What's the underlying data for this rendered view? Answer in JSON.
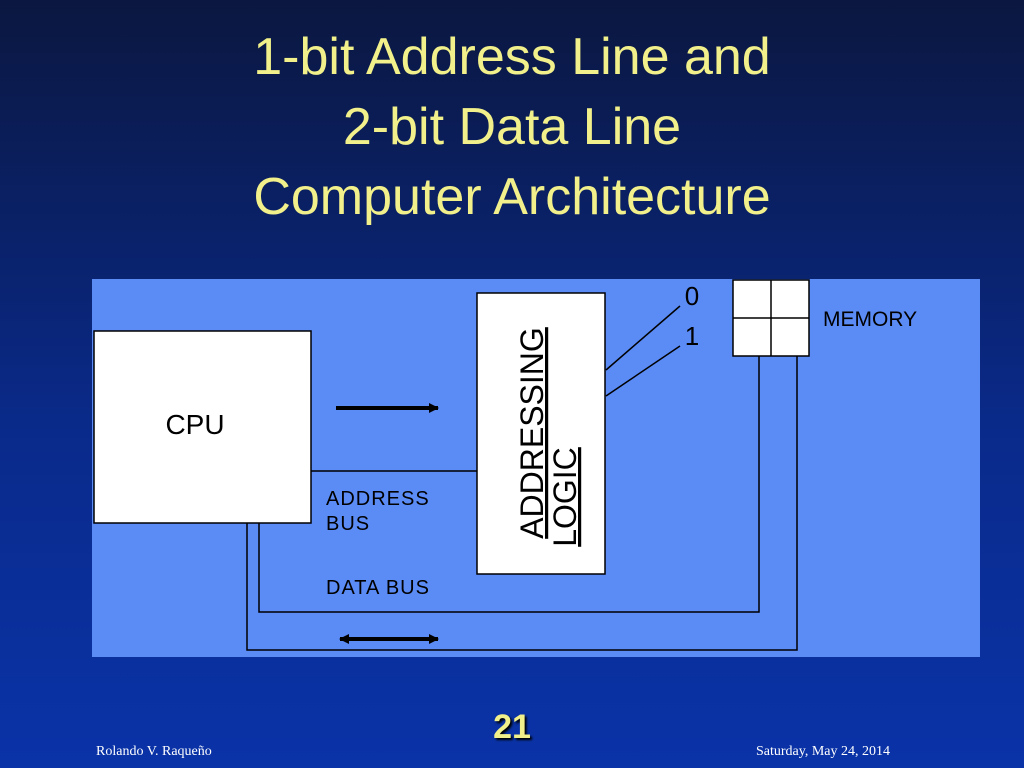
{
  "slide": {
    "title_lines": [
      "1-bit Address Line and",
      "2-bit Data Line",
      "Computer Architecture"
    ],
    "page_number": "21",
    "footer_left": "Rolando V. Raqueño",
    "footer_right": "Saturday, May 24, 2014"
  },
  "diagram": {
    "cpu_label": "CPU",
    "addressing_logic_line1": "ADDRESSING",
    "addressing_logic_line2": "LOGIC",
    "address_labels": [
      "0",
      "1"
    ],
    "memory_label": "MEMORY",
    "address_bus_line1": "ADDRESS",
    "address_bus_line2": "BUS",
    "data_bus_label": "DATA BUS",
    "colors": {
      "panel": "#5b8bf5",
      "title": "#f2f08a",
      "box_fill": "#ffffff",
      "line": "#000000"
    }
  }
}
